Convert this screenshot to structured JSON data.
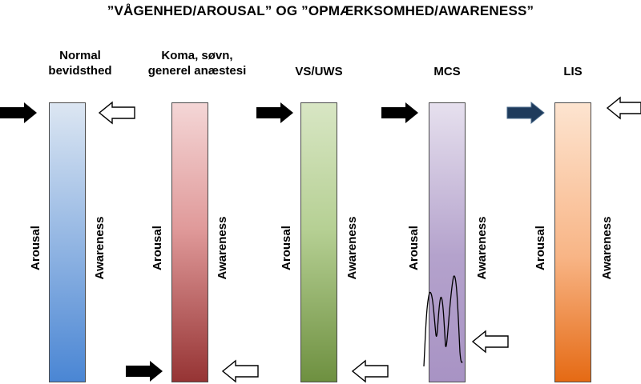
{
  "title": "”VÅGENHED/AROUSAL” OG ”OPMÆRKSOMHED/AWARENESS”",
  "columns": [
    {
      "title_lines": [
        "Normal",
        "bevidsthed"
      ],
      "left_label": "Arousal",
      "right_label": "Awareness",
      "gradient": [
        "#dce6f2",
        "#4a86d4"
      ]
    },
    {
      "title_lines": [
        "Koma, søvn,",
        "generel anæstesi"
      ],
      "left_label": "Arousal",
      "right_label": "Awareness",
      "gradient": [
        "#f4d6d6",
        "#963434"
      ]
    },
    {
      "title_lines": [
        "VS/UWS"
      ],
      "left_label": "Arousal",
      "right_label": "Awareness",
      "gradient": [
        "#d8e6c4",
        "#6e9040"
      ]
    },
    {
      "title_lines": [
        "MCS"
      ],
      "left_label": "Arousal",
      "right_label": "Awareness",
      "gradient": [
        "#e6e0ee",
        "#a893c4"
      ]
    },
    {
      "title_lines": [
        "LIS"
      ],
      "left_label": "Arousal",
      "right_label": "Awareness",
      "gradient": [
        "#fde4d0",
        "#e56a14"
      ]
    }
  ],
  "colors": {
    "arrow_fill": "#000000",
    "arrow_outline": "#000000",
    "lis_arrow": "#1f3b5c"
  }
}
